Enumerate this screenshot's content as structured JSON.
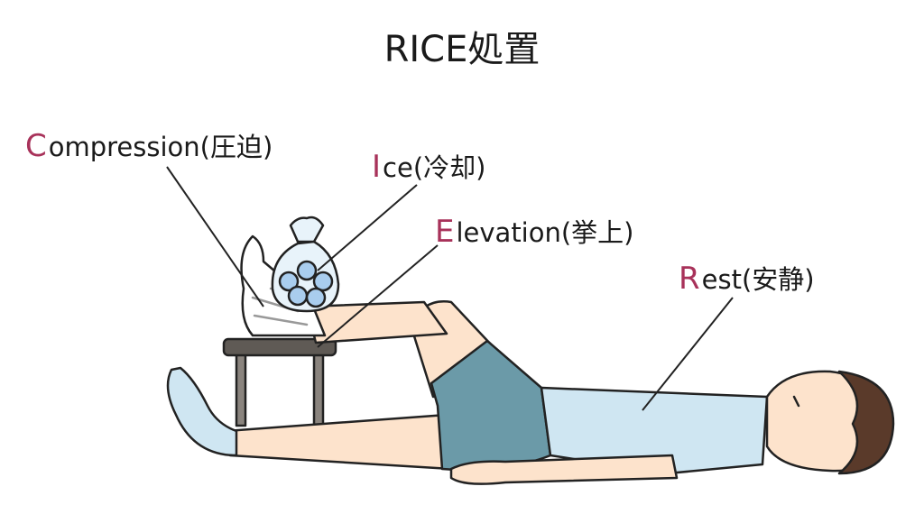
{
  "title": "RICE処置",
  "labels": {
    "compression": {
      "initial": "C",
      "rest": "ompression(圧迫)"
    },
    "ice": {
      "initial": "I",
      "rest": "ce(冷却)"
    },
    "elevation": {
      "initial": "E",
      "rest": "levation(挙上)"
    },
    "rest": {
      "initial": "R",
      "rest": "est(安静)"
    }
  },
  "colors": {
    "accent": "#a8325a",
    "shirt": "#cfe6f2",
    "shorts": "#6b9aa8",
    "skin": "#fde3cc",
    "hair": "#5a3a2a",
    "stool": "#5f5a55"
  }
}
